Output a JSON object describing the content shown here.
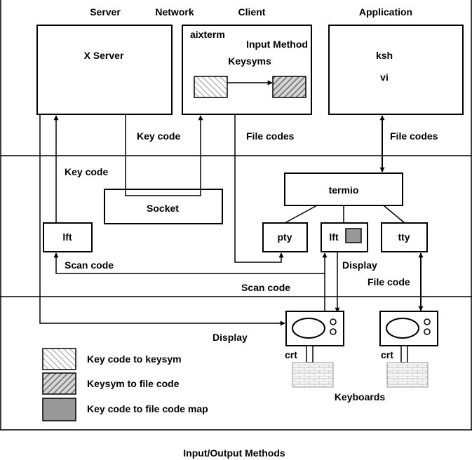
{
  "columns": {
    "server": "Server",
    "network": "Network",
    "client": "Client",
    "application": "Application"
  },
  "boxes": {
    "x_server": "X Server",
    "aixterm": "aixterm",
    "input_method": "Input Method",
    "keysyms": "Keysyms",
    "ksh": "ksh",
    "vi": "vi",
    "socket": "Socket",
    "termio": "termio",
    "lft_left": "lft",
    "pty": "pty",
    "lft_mid": "lft",
    "tty": "tty"
  },
  "labels": {
    "key_code_top": "Key code",
    "file_codes_client": "File codes",
    "file_codes_app": "File codes",
    "key_code_left": "Key code",
    "scan_code_left": "Scan code",
    "display_mid": "Display",
    "scan_code_mid": "Scan code",
    "file_code_right": "File code",
    "display_bottom": "Display",
    "crt_left": "crt",
    "crt_right": "crt",
    "keyboards": "Keyboards"
  },
  "legend": [
    {
      "label": "Key code to keysym",
      "pattern": "hatch-light"
    },
    {
      "label": "Keysym to file code",
      "pattern": "hatch-dark"
    },
    {
      "label": "Key code to file code map",
      "pattern": "solid-gray"
    }
  ],
  "caption": "Input/Output Methods",
  "colors": {
    "stroke": "#000000",
    "gray_fill": "#999999",
    "keyboard_fill": "#f4f4f4"
  }
}
